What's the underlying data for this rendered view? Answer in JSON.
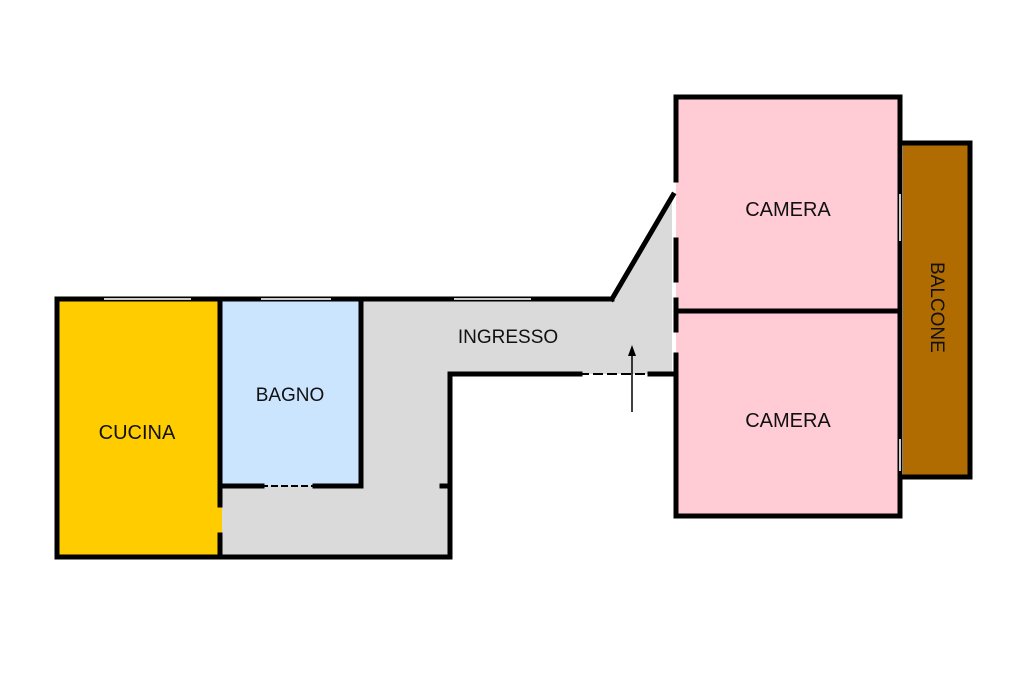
{
  "rooms": {
    "cucina": {
      "label": "CUCINA",
      "color": "#FFCC00"
    },
    "bagno": {
      "label": "BAGNO",
      "color": "#CCE5FF"
    },
    "ingresso": {
      "label": "INGRESSO",
      "color": "#DADADA"
    },
    "camera_1": {
      "label": "CAMERA",
      "color": "#FFCCD5"
    },
    "camera_2": {
      "label": "CAMERA",
      "color": "#FFCCD5"
    },
    "balcone": {
      "label": "BALCONE",
      "color": "#B06C00"
    }
  },
  "wall_color": "#000000",
  "icons": {
    "entrance": "up-arrow-icon"
  }
}
